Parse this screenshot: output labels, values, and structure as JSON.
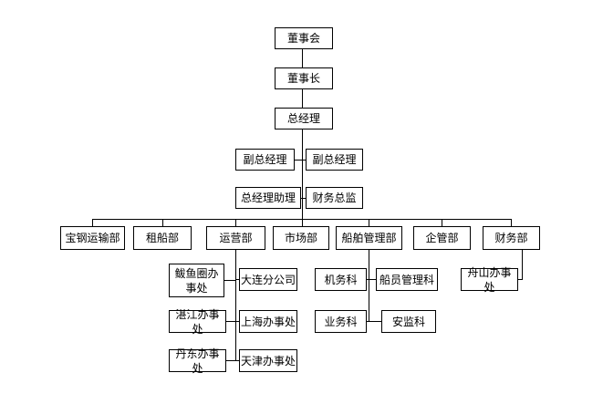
{
  "org_chart": {
    "nodes": {
      "board": {
        "label": "董事会"
      },
      "chairman": {
        "label": "董事长"
      },
      "general_manager": {
        "label": "总经理"
      },
      "deputy_gm_1": {
        "label": "副总经理"
      },
      "deputy_gm_2": {
        "label": "副总经理"
      },
      "gm_assistant": {
        "label": "总经理助理"
      },
      "finance_director": {
        "label": "财务总监"
      },
      "baosteel_transport_dept": {
        "label": "宝钢运输部"
      },
      "chartering_dept": {
        "label": "租船部"
      },
      "operations_dept": {
        "label": "运营部"
      },
      "marketing_dept": {
        "label": "市场部"
      },
      "ship_management_dept": {
        "label": "船舶管理部"
      },
      "enterprise_mgmt_dept": {
        "label": "企管部"
      },
      "finance_dept": {
        "label": "财务部"
      },
      "bayuquan_office": {
        "label": "鲅鱼圈办事处"
      },
      "dalian_branch": {
        "label": "大连分公司"
      },
      "machinery_section": {
        "label": "机务科"
      },
      "crew_management_section": {
        "label": "船员管理科"
      },
      "zhoushan_office": {
        "label": "舟山办事处"
      },
      "zhanjiang_office": {
        "label": "湛江办事处"
      },
      "shanghai_office": {
        "label": "上海办事处"
      },
      "business_section": {
        "label": "业务科"
      },
      "safety_supervision_section": {
        "label": "安监科"
      },
      "dandong_office": {
        "label": "丹东办事处"
      },
      "tianjin_office": {
        "label": "天津办事处"
      }
    },
    "edges": [
      {
        "from": "board",
        "to": "chairman"
      },
      {
        "from": "chairman",
        "to": "general_manager"
      },
      {
        "from": "general_manager",
        "to": "deputy_gm_1"
      },
      {
        "from": "general_manager",
        "to": "deputy_gm_2"
      },
      {
        "from": "general_manager",
        "to": "gm_assistant"
      },
      {
        "from": "general_manager",
        "to": "finance_director"
      },
      {
        "from": "general_manager",
        "to": "baosteel_transport_dept"
      },
      {
        "from": "general_manager",
        "to": "chartering_dept"
      },
      {
        "from": "general_manager",
        "to": "operations_dept"
      },
      {
        "from": "general_manager",
        "to": "marketing_dept"
      },
      {
        "from": "general_manager",
        "to": "ship_management_dept"
      },
      {
        "from": "general_manager",
        "to": "enterprise_mgmt_dept"
      },
      {
        "from": "general_manager",
        "to": "finance_dept"
      },
      {
        "from": "operations_dept",
        "to": "bayuquan_office"
      },
      {
        "from": "operations_dept",
        "to": "dalian_branch"
      },
      {
        "from": "operations_dept",
        "to": "zhanjiang_office"
      },
      {
        "from": "operations_dept",
        "to": "shanghai_office"
      },
      {
        "from": "operations_dept",
        "to": "dandong_office"
      },
      {
        "from": "operations_dept",
        "to": "tianjin_office"
      },
      {
        "from": "ship_management_dept",
        "to": "machinery_section"
      },
      {
        "from": "ship_management_dept",
        "to": "crew_management_section"
      },
      {
        "from": "ship_management_dept",
        "to": "business_section"
      },
      {
        "from": "ship_management_dept",
        "to": "safety_supervision_section"
      },
      {
        "from": "finance_dept",
        "to": "zhoushan_office"
      }
    ],
    "colors": {
      "background": "#ffffff",
      "box_fill": "#ffffff",
      "box_border": "#000000",
      "line": "#000000",
      "text": "#000000"
    }
  }
}
